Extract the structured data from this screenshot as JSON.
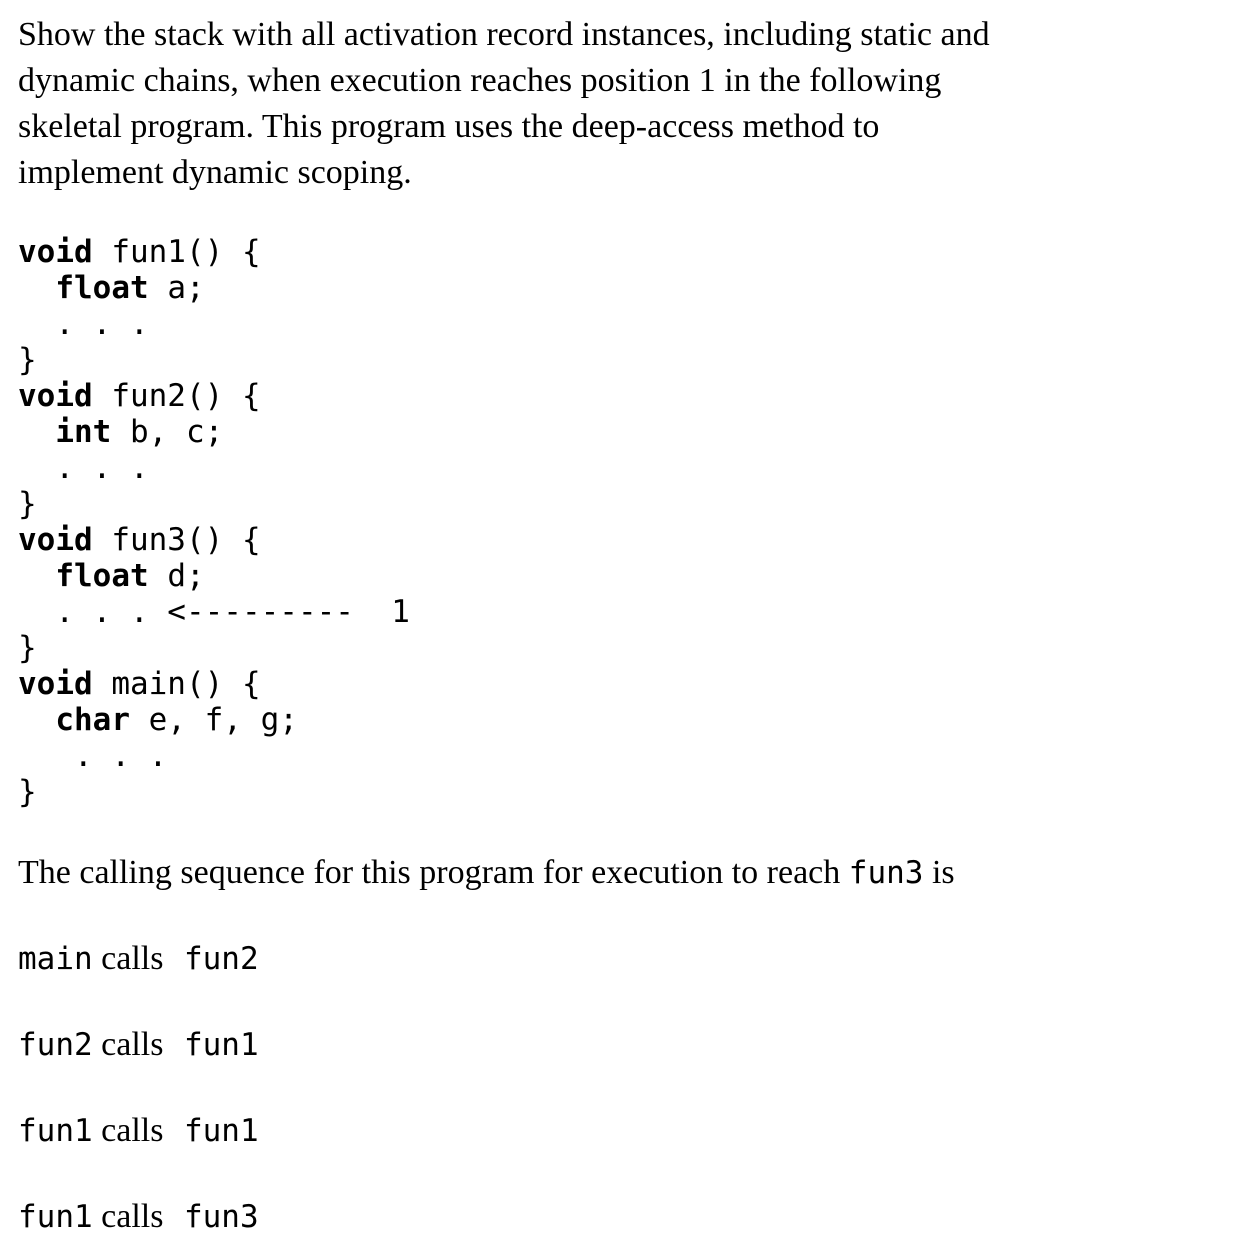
{
  "page": {
    "background_color": "#ffffff",
    "text_color": "#000000"
  },
  "question": {
    "lines": [
      "Show the stack with all activation record instances, including static and",
      "dynamic chains, when execution reaches position 1 in the following",
      "skeletal program. This program uses the deep-access method to",
      "implement dynamic scoping."
    ]
  },
  "code": {
    "lines": [
      [
        {
          "t": "void",
          "b": true
        },
        {
          "t": " fun1() {",
          "b": false
        }
      ],
      [
        {
          "t": "  ",
          "b": false
        },
        {
          "t": "float",
          "b": true
        },
        {
          "t": " a;",
          "b": false
        }
      ],
      [
        {
          "t": "  . . .",
          "b": false
        }
      ],
      [
        {
          "t": "}",
          "b": false
        }
      ],
      [
        {
          "t": "void",
          "b": true
        },
        {
          "t": " fun2() {",
          "b": false
        }
      ],
      [
        {
          "t": "  ",
          "b": false
        },
        {
          "t": "int",
          "b": true
        },
        {
          "t": " b, c;",
          "b": false
        }
      ],
      [
        {
          "t": "  . . .",
          "b": false
        }
      ],
      [
        {
          "t": "}",
          "b": false
        }
      ],
      [
        {
          "t": "void",
          "b": true
        },
        {
          "t": " fun3() {",
          "b": false
        }
      ],
      [
        {
          "t": "  ",
          "b": false
        },
        {
          "t": "float",
          "b": true
        },
        {
          "t": " d;",
          "b": false
        }
      ],
      [
        {
          "t": "  . . . <---------  1",
          "b": false
        }
      ],
      [
        {
          "t": "}",
          "b": false
        }
      ],
      [
        {
          "t": "void",
          "b": true
        },
        {
          "t": " main() {",
          "b": false
        }
      ],
      [
        {
          "t": "  ",
          "b": false
        },
        {
          "t": "char",
          "b": true
        },
        {
          "t": " e, f, g;",
          "b": false
        }
      ],
      [
        {
          "t": "   . . .",
          "b": false
        }
      ],
      [
        {
          "t": "}",
          "b": false
        }
      ]
    ]
  },
  "calling_sequence": {
    "intro_segments": [
      {
        "t": "The calling sequence for this program for execution to reach ",
        "mono": false
      },
      {
        "t": "fun3",
        "mono": true
      },
      {
        "t": " is",
        "mono": false
      }
    ],
    "calls_word": "calls",
    "calls": [
      {
        "caller": "main",
        "callee": "fun2"
      },
      {
        "caller": "fun2",
        "callee": "fun1"
      },
      {
        "caller": "fun1",
        "callee": "fun1"
      },
      {
        "caller": "fun1",
        "callee": "fun3"
      }
    ]
  }
}
